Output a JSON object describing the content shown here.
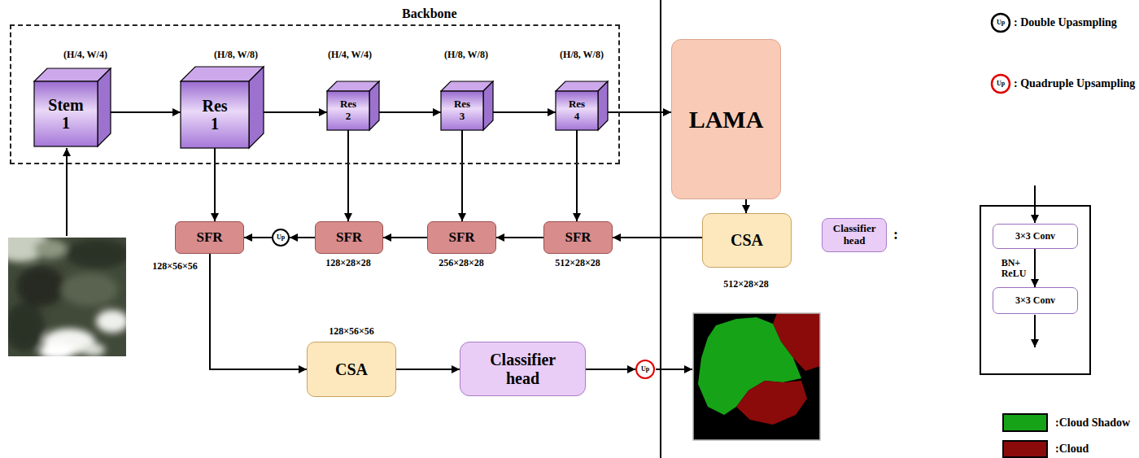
{
  "diagram": {
    "nodes": [
      {
        "text": [
          "Backbone"
        ]
      },
      {
        "text": [
          "Stem 1"
        ],
        "in": 0
      },
      {
        "text": [
          "Res 1"
        ],
        "in": 0
      },
      {
        "text": [
          "Res 2"
        ],
        "in": 0
      },
      {
        "text": [
          "Res 3"
        ],
        "in": 0
      },
      {
        "text": [
          "Res 4"
        ],
        "in": 0
      },
      {
        "text": [
          "LAMA"
        ]
      },
      {
        "text": [
          "SFR"
        ]
      },
      {
        "text": [
          "Up"
        ]
      },
      {
        "text": [
          "SFR"
        ]
      },
      {
        "text": [
          "SFR"
        ]
      },
      {
        "text": [
          "SFR"
        ]
      },
      {
        "text": [
          "CSA"
        ]
      },
      {
        "text": [
          "CSA"
        ]
      },
      {
        "text": [
          "Classifier head"
        ]
      },
      {
        "text": [
          "Up"
        ]
      },
      {
        "text": [
          "Classifier head"
        ]
      },
      {
        "text": [
          "3×3 Conv"
        ]
      },
      {
        "text": [
          "3×3 Conv"
        ]
      }
    ],
    "edges": [
      {
        "from": 1,
        "to": 2,
        "arrow": "to"
      },
      {
        "from": 2,
        "to": 3,
        "arrow": "to"
      },
      {
        "from": 3,
        "to": 4,
        "arrow": "to"
      },
      {
        "from": 4,
        "to": 5,
        "arrow": "to"
      },
      {
        "from": 5,
        "to": 6,
        "arrow": "to"
      },
      {
        "from": 2,
        "to": 7,
        "arrow": "to"
      },
      {
        "from": 3,
        "to": 9,
        "arrow": "to"
      },
      {
        "from": 4,
        "to": 10,
        "arrow": "to"
      },
      {
        "from": 5,
        "to": 11,
        "arrow": "to"
      },
      {
        "from": 6,
        "to": 12,
        "arrow": "to"
      },
      {
        "from": 12,
        "to": 11,
        "arrow": "to"
      },
      {
        "from": 11,
        "to": 10,
        "arrow": "to"
      },
      {
        "from": 10,
        "to": 9,
        "arrow": "to"
      },
      {
        "from": 9,
        "to": 8,
        "arrow": "to"
      },
      {
        "from": 8,
        "to": 7,
        "arrow": "to"
      },
      {
        "from": 7,
        "to": 13,
        "arrow": "to"
      },
      {
        "from": 13,
        "to": 14,
        "arrow": "to"
      },
      {
        "from": 14,
        "to": 15,
        "arrow": "to"
      },
      {
        "from": 17,
        "to": 18,
        "label": "BN+ ReLU",
        "arrow": "to"
      }
    ],
    "labels": [
      "(H/4, W/4)",
      "(H/8, W/8)",
      "(H/4, W/4)",
      "(H/8, W/8)",
      "(H/8, W/8)",
      "128×56×56",
      "128×28×28",
      "256×28×28",
      "512×28×28",
      "512×28×28",
      "128×56×56",
      "Up",
      "Up",
      ":"
    ],
    "legend": [
      {
        "text": ": Double Upasmpling"
      },
      {
        "text": ": Quadruple Upsampling"
      },
      {
        "text": ":Cloud Shadow",
        "color": "#17a317"
      },
      {
        "text": ":Cloud",
        "color": "#8b0b0b"
      }
    ]
  }
}
